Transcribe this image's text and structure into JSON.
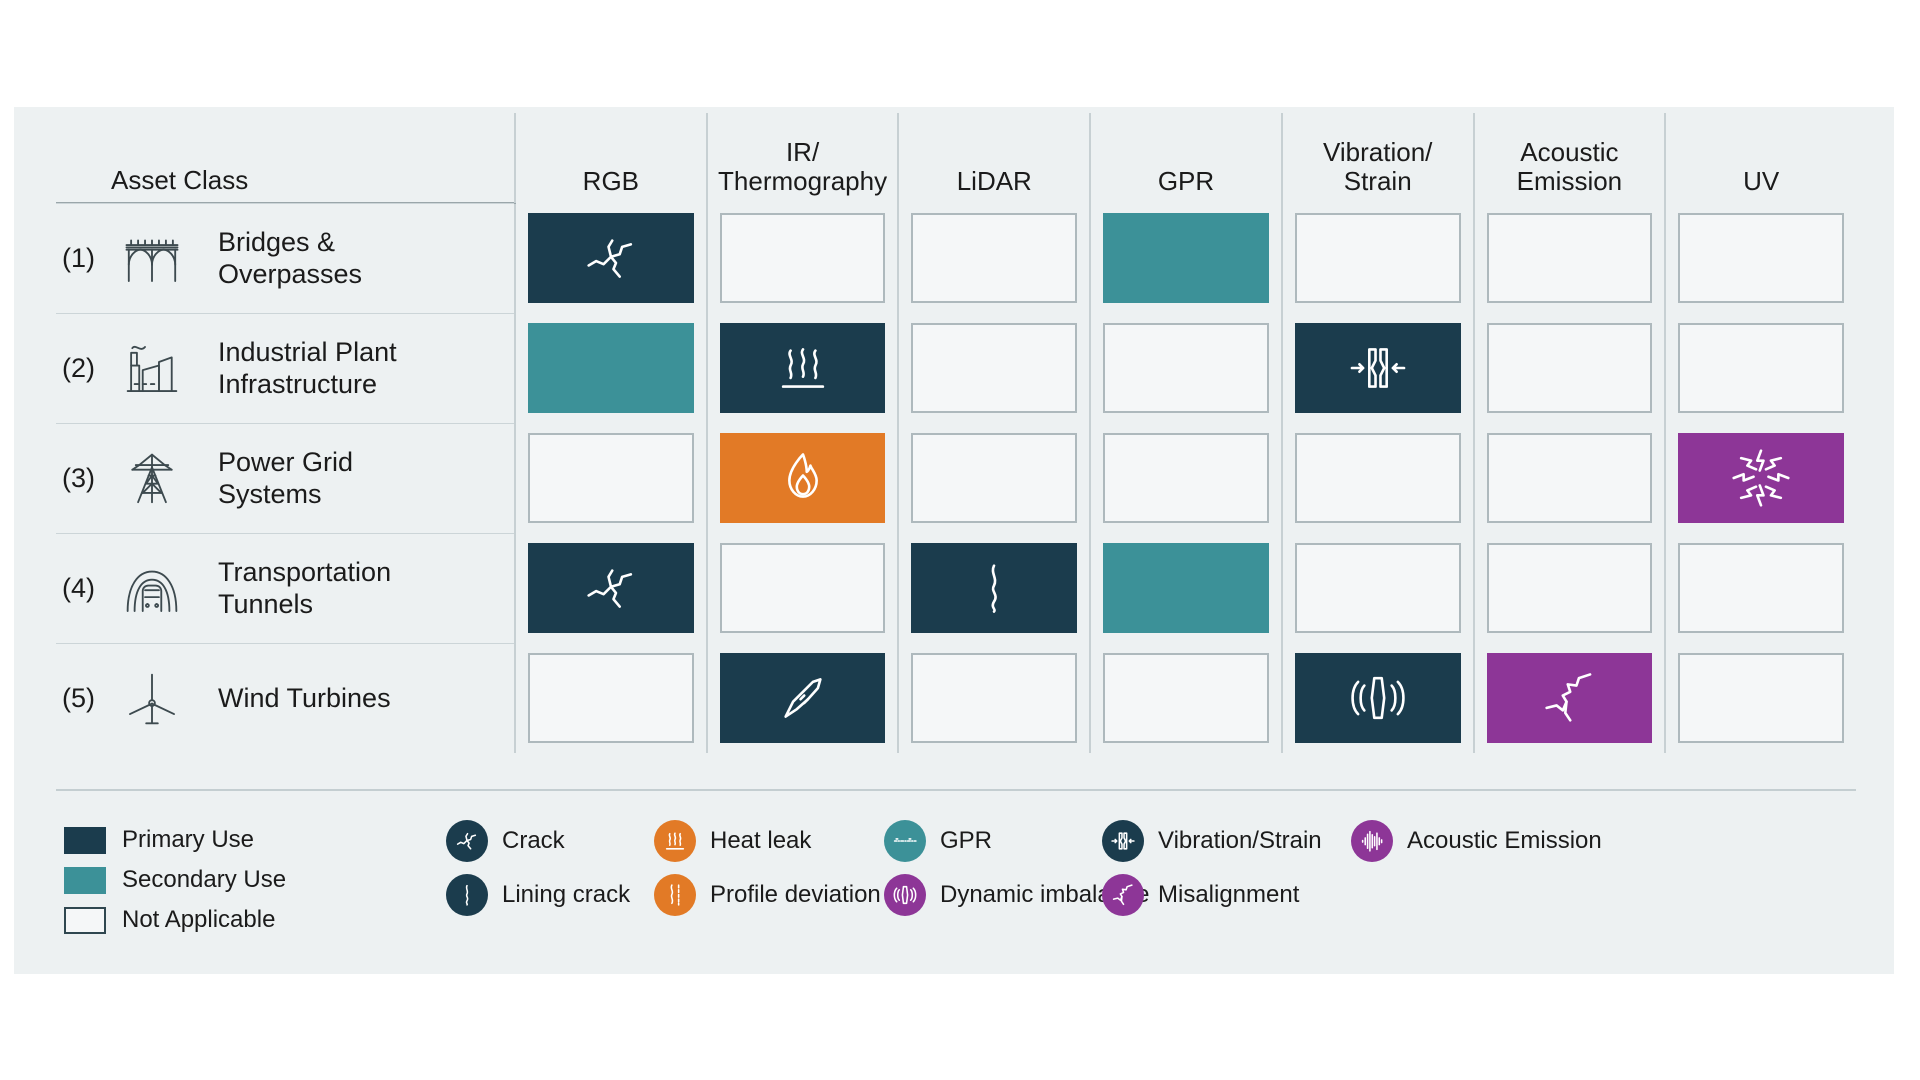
{
  "table": {
    "corner_header": "Asset Class",
    "columns": [
      {
        "id": "rgb",
        "label": "RGB"
      },
      {
        "id": "ir",
        "label": "IR/\nThermography"
      },
      {
        "id": "lidar",
        "label": "LiDAR"
      },
      {
        "id": "gpr",
        "label": "GPR"
      },
      {
        "id": "vibration",
        "label": "Vibration/\nStrain"
      },
      {
        "id": "acoustic",
        "label": "Acoustic\nEmission"
      },
      {
        "id": "uv",
        "label": "UV"
      }
    ],
    "rows": [
      {
        "number": "(1)",
        "label": "Bridges &\nOverpasses",
        "icon": "bridge-icon",
        "cells": [
          {
            "col": "rgb",
            "state": "Primary Use",
            "style": "primary",
            "icon": "crack-icon"
          },
          {
            "col": "ir",
            "state": "Not Applicable",
            "style": "na",
            "icon": ""
          },
          {
            "col": "lidar",
            "state": "Not Applicable",
            "style": "na",
            "icon": ""
          },
          {
            "col": "gpr",
            "state": "Secondary Use",
            "style": "secondary",
            "icon": ""
          },
          {
            "col": "vibration",
            "state": "Not Applicable",
            "style": "na",
            "icon": ""
          },
          {
            "col": "acoustic",
            "state": "Not Applicable",
            "style": "na",
            "icon": ""
          },
          {
            "col": "uv",
            "state": "Not Applicable",
            "style": "na",
            "icon": ""
          }
        ]
      },
      {
        "number": "(2)",
        "label": "Industrial Plant\nInfrastructure",
        "icon": "factory-icon",
        "cells": [
          {
            "col": "rgb",
            "state": "Secondary Use",
            "style": "secondary",
            "icon": ""
          },
          {
            "col": "ir",
            "state": "Primary Use",
            "style": "primary",
            "icon": "heat-leak-icon"
          },
          {
            "col": "lidar",
            "state": "Not Applicable",
            "style": "na",
            "icon": ""
          },
          {
            "col": "gpr",
            "state": "Not Applicable",
            "style": "na",
            "icon": ""
          },
          {
            "col": "vibration",
            "state": "Primary Use",
            "style": "primary",
            "icon": "vibration-strain-icon"
          },
          {
            "col": "acoustic",
            "state": "Not Applicable",
            "style": "na",
            "icon": ""
          },
          {
            "col": "uv",
            "state": "Not Applicable",
            "style": "na",
            "icon": ""
          }
        ]
      },
      {
        "number": "(3)",
        "label": "Power Grid\nSystems",
        "icon": "pylon-icon",
        "cells": [
          {
            "col": "rgb",
            "state": "Not Applicable",
            "style": "na",
            "icon": ""
          },
          {
            "col": "ir",
            "state": "Primary Use",
            "style": "heat",
            "icon": "flame-icon"
          },
          {
            "col": "lidar",
            "state": "Not Applicable",
            "style": "na",
            "icon": ""
          },
          {
            "col": "gpr",
            "state": "Not Applicable",
            "style": "na",
            "icon": ""
          },
          {
            "col": "vibration",
            "state": "Not Applicable",
            "style": "na",
            "icon": ""
          },
          {
            "col": "acoustic",
            "state": "Not Applicable",
            "style": "na",
            "icon": ""
          },
          {
            "col": "uv",
            "state": "Primary Use",
            "style": "uv",
            "icon": "corona-discharge-icon"
          }
        ]
      },
      {
        "number": "(4)",
        "label": "Transportation\nTunnels",
        "icon": "tunnel-icon",
        "cells": [
          {
            "col": "rgb",
            "state": "Primary Use",
            "style": "primary",
            "icon": "crack-icon"
          },
          {
            "col": "ir",
            "state": "Not Applicable",
            "style": "na",
            "icon": ""
          },
          {
            "col": "lidar",
            "state": "Primary Use",
            "style": "primary",
            "icon": "lining-crack-icon"
          },
          {
            "col": "gpr",
            "state": "Secondary Use",
            "style": "secondary",
            "icon": ""
          },
          {
            "col": "vibration",
            "state": "Not Applicable",
            "style": "na",
            "icon": ""
          },
          {
            "col": "acoustic",
            "state": "Not Applicable",
            "style": "na",
            "icon": ""
          },
          {
            "col": "uv",
            "state": "Not Applicable",
            "style": "na",
            "icon": ""
          }
        ]
      },
      {
        "number": "(5)",
        "label": "Wind Turbines",
        "icon": "wind-turbine-icon",
        "cells": [
          {
            "col": "rgb",
            "state": "Not Applicable",
            "style": "na",
            "icon": ""
          },
          {
            "col": "ir",
            "state": "Primary Use",
            "style": "primary",
            "icon": "blade-profile-icon"
          },
          {
            "col": "lidar",
            "state": "Not Applicable",
            "style": "na",
            "icon": ""
          },
          {
            "col": "gpr",
            "state": "Not Applicable",
            "style": "na",
            "icon": ""
          },
          {
            "col": "vibration",
            "state": "Primary Use",
            "style": "primary",
            "icon": "dynamic-imbalance-icon"
          },
          {
            "col": "acoustic",
            "state": "Primary Use",
            "style": "ae",
            "icon": "misalignment-icon"
          },
          {
            "col": "uv",
            "state": "Not Applicable",
            "style": "na",
            "icon": ""
          }
        ]
      }
    ]
  },
  "legend": {
    "swatches": [
      {
        "label": "Primary Use",
        "style": "primary",
        "color": "#1b3c4d"
      },
      {
        "label": "Secondary Use",
        "style": "secondary",
        "color": "#3c9198"
      },
      {
        "label": "Not Applicable",
        "style": "na",
        "color": "#f5f7f8"
      }
    ],
    "icons": [
      {
        "label": "Crack",
        "icon": "crack-icon",
        "color": "#1b3c4d"
      },
      {
        "label": "Lining crack",
        "icon": "lining-crack-icon",
        "color": "#1b3c4d"
      },
      {
        "label": "Heat leak",
        "icon": "heat-leak-icon",
        "color": "#e27a26"
      },
      {
        "label": "Profile deviation",
        "icon": "profile-deviation-icon",
        "color": "#e27a26"
      },
      {
        "label": "GPR",
        "icon": "gpr-icon",
        "color": "#3c9198"
      },
      {
        "label": "Dynamic imbalance",
        "icon": "dynamic-imbalance-icon",
        "color": "#8d3697"
      },
      {
        "label": "Vibration/Strain",
        "icon": "vibration-strain-icon",
        "color": "#1b3c4d"
      },
      {
        "label": "Misalignment",
        "icon": "misalignment-icon",
        "color": "#8d3697"
      },
      {
        "label": "Acoustic Emission",
        "icon": "acoustic-emission-icon",
        "color": "#8d3697"
      }
    ]
  },
  "colors": {
    "panel_bg": "#edf1f2",
    "primary": "#1b3c4d",
    "secondary": "#3c9198",
    "orange": "#e27a26",
    "purple": "#8d3697",
    "na": "#f5f7f8",
    "rule": "#9aa6aa"
  }
}
